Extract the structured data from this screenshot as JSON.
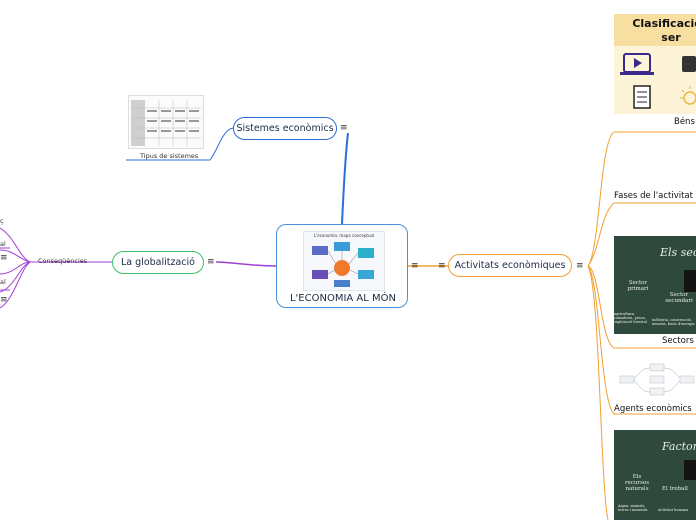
{
  "central": {
    "title": "L'ECONOMIA AL MÓN",
    "image_caption": "L'economia: mapa conceptual"
  },
  "menu_glyph": "≡",
  "branches": {
    "sistemes": {
      "label": "Sistemes econòmics",
      "child_label": "Tipus de sistemes"
    },
    "globalitzacio": {
      "label": "La globalització",
      "child_label": "Conseqüències",
      "leaves": [
        "ç",
        "al",
        "",
        "al",
        ""
      ]
    },
    "activitats": {
      "label": "Activitats econòmiques",
      "children": [
        {
          "label": "Béns",
          "image_title": "Clasificación de bienes y servicios",
          "image_title_visible": "Clasificación ser"
        },
        {
          "label": "Fases de l'activitat e"
        },
        {
          "label": "Sectors",
          "board_title": "Els sector",
          "board_items": [
            "Sector primari",
            "Sector secundari",
            "agricultura, ramaderia, pesca, explotació forestal",
            "indústria, construcció, mineria, fonts d'energia"
          ]
        },
        {
          "label": "Agents econòmics"
        },
        {
          "label": "",
          "board_title": "Factors",
          "board_items": [
            "Els recursos naturals",
            "El treball",
            "Aigua, animals, terres i minerals",
            "Activitat humana"
          ]
        }
      ]
    }
  },
  "colors": {
    "central_border": "#4a90d9",
    "sistemes": "#2e6fd6",
    "globalitzacio": "#a23fd6",
    "activitats": "#f0a030",
    "board": "#2f4a3d"
  }
}
